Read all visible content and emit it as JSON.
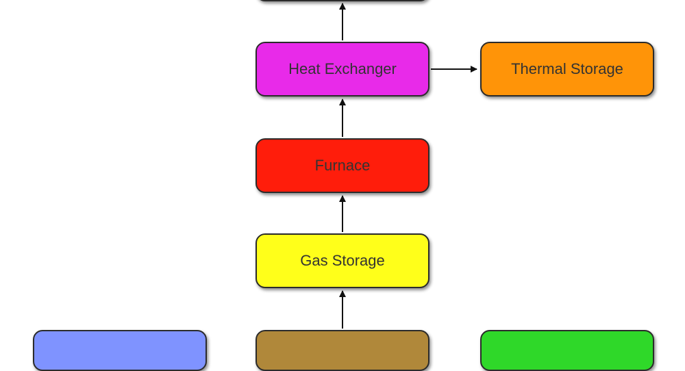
{
  "diagram": {
    "nodes": [
      {
        "id": "node-top",
        "label": "",
        "color": "#0f6b4a"
      },
      {
        "id": "node-hx",
        "label": "Heat Exchanger",
        "color": "#e82ae9"
      },
      {
        "id": "node-thermal",
        "label": "Thermal Storage",
        "color": "#ff9408"
      },
      {
        "id": "node-furnace",
        "label": "Furnace",
        "color": "#ff1d0b"
      },
      {
        "id": "node-gas",
        "label": "Gas Storage",
        "color": "#ffff1a"
      },
      {
        "id": "node-bl",
        "label": "",
        "color": "#7f93ff"
      },
      {
        "id": "node-bm",
        "label": "",
        "color": "#b0883a"
      },
      {
        "id": "node-br",
        "label": "",
        "color": "#2fd829"
      }
    ],
    "edges": [
      {
        "from": "Heat Exchanger",
        "to": "(top node)"
      },
      {
        "from": "Heat Exchanger",
        "to": "Thermal Storage"
      },
      {
        "from": "Furnace",
        "to": "Heat Exchanger"
      },
      {
        "from": "Gas Storage",
        "to": "Furnace"
      },
      {
        "from": "(bottom-middle node)",
        "to": "Gas Storage"
      }
    ]
  }
}
